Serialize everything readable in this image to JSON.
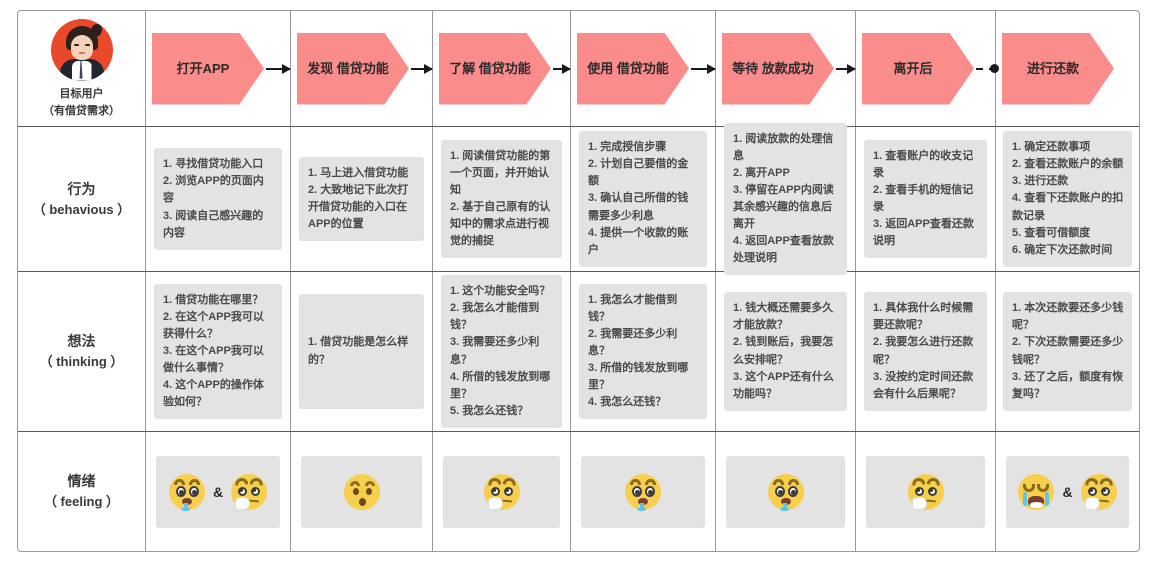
{
  "persona": {
    "name": "目标用户",
    "sub": "（有借贷需求）",
    "avatar_icon": "user-avatar-icon"
  },
  "stages": [
    {
      "label": "打开APP",
      "connector": "solid-arrow"
    },
    {
      "label": "发现\n借贷功能",
      "connector": "solid-arrow"
    },
    {
      "label": "了解\n借贷功能",
      "connector": "solid-arrow"
    },
    {
      "label": "使用\n借贷功能",
      "connector": "solid-arrow"
    },
    {
      "label": "等待\n放款成功",
      "connector": "solid-arrow"
    },
    {
      "label": "离开后",
      "connector": "dashed-dot"
    },
    {
      "label": "进行还款",
      "connector": "none"
    }
  ],
  "rows": [
    {
      "label_cn": "行为",
      "label_en": "（ behavious ）",
      "cells": [
        "1. 寻找借贷功能入口\n2. 浏览APP的页面内容\n3. 阅读自己感兴趣的内容",
        "1. 马上进入借贷功能\n2. 大致地记下此次打开借贷功能的入口在APP的位置",
        "1. 阅读借贷功能的第一个页面，并开始认知\n2. 基于自己原有的认知中的需求点进行视觉的捕捉",
        "1. 完成授信步骤\n2. 计划自己要借的金额\n3. 确认自己所借的钱需要多少利息\n4. 提供一个收款的账户",
        "1. 阅读放款的处理信息\n2. 离开APP\n3. 停留在APP内阅读其余感兴趣的信息后离开\n4. 返回APP查看放款处理说明",
        "1. 查看账户的收支记录\n2. 查看手机的短信记录\n3. 返回APP查看还款说明",
        "1. 确定还款事项\n2. 查看还款账户的余额\n3. 进行还款\n4. 查看下还款账户的扣款记录\n5. 查看可借额度\n6. 确定下次还款时间"
      ]
    },
    {
      "label_cn": "想法",
      "label_en": "（ thinking ）",
      "cells": [
        "1. 借贷功能在哪里？\n2. 在这个APP我可以获得什么？\n3. 在这个APP我可以做什么事情？\n4. 这个APP的操作体验如何？",
        "1. 借贷功能是怎么样的？",
        "1. 这个功能安全吗？\n2. 我怎么才能借到钱？\n3. 我需要还多少利息？\n4. 所借的钱发放到哪里？\n5. 我怎么还钱？",
        "1. 我怎么才能借到钱？\n2. 我需要还多少利息？\n3. 所借的钱发放到哪里？\n4. 我怎么还钱？",
        "1. 钱大概还需要多久才能放款？\n2. 钱到账后，我要怎么安排呢？\n3. 这个APP还有什么功能吗？",
        "1. 具体我什么时候需要还款呢？\n2. 我要怎么进行还款呢？\n3. 没按约定时间还款会有什么后果呢？",
        "1. 本次还款要还多少钱呢？\n2. 下次还款需要还多少钱呢？\n3. 还了之后，额度有恢复吗？"
      ]
    },
    {
      "label_cn": "情绪",
      "label_en": "（ feeling ）",
      "cells": [
        {
          "emojis": [
            "drooling-face-icon",
            "thinking-face-icon"
          ],
          "separator": "&"
        },
        {
          "emojis": [
            "hushed-face-icon"
          ],
          "separator": ""
        },
        {
          "emojis": [
            "thinking-face-icon"
          ],
          "separator": ""
        },
        {
          "emojis": [
            "drooling-face-icon"
          ],
          "separator": ""
        },
        {
          "emojis": [
            "drooling-face-icon"
          ],
          "separator": ""
        },
        {
          "emojis": [
            "thinking-face-icon"
          ],
          "separator": ""
        },
        {
          "emojis": [
            "loudly-crying-face-icon",
            "thinking-face-icon"
          ],
          "separator": "&"
        }
      ]
    }
  ],
  "colors": {
    "stage_fill": "#fa8c8c",
    "note_fill": "#e3e3e3",
    "avatar_bg": "#e8492a",
    "border": "#9a9a9a",
    "emoji_yellow": "#f7cf4d"
  }
}
